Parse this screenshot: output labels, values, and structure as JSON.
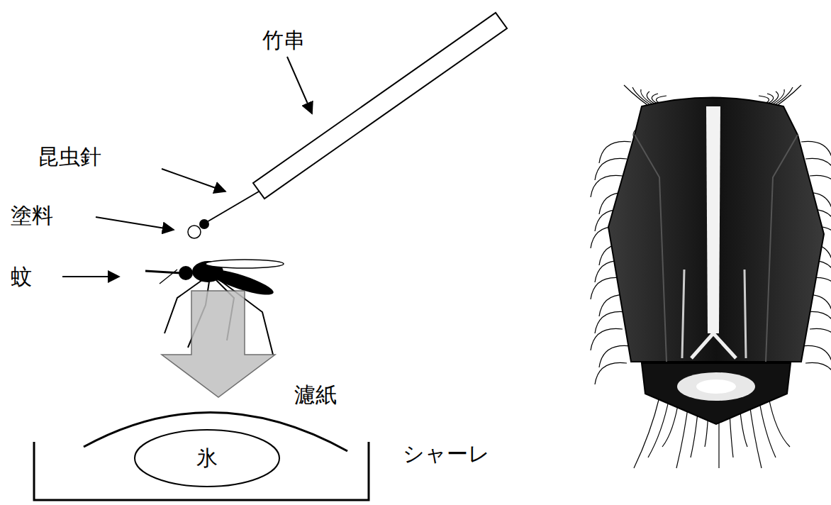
{
  "diagram": {
    "nodes": [
      {
        "text": [
          "氷"
        ]
      }
    ],
    "labels": [
      "竹串",
      "昆虫針",
      "塗料",
      "蚊",
      "濾紙",
      "シャーレ"
    ]
  }
}
